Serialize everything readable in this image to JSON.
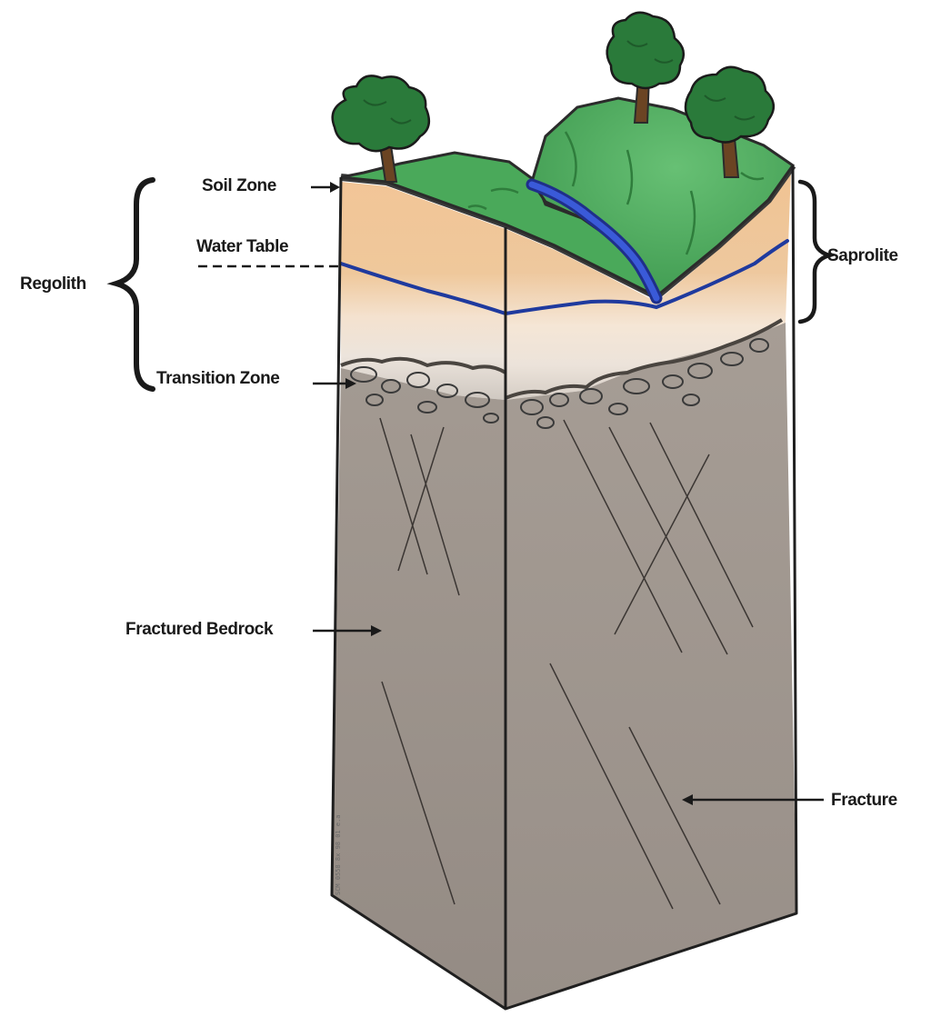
{
  "labels": {
    "soil_zone": "Soil Zone",
    "water_table": "Water Table",
    "regolith": "Regolith",
    "transition_zone": "Transition Zone",
    "saprolite": "Saprolite",
    "fractured_bedrock": "Fractured Bedrock",
    "fracture": "Fracture"
  },
  "fine_print": "SCM 0558 8x 98 01 e.a",
  "colors": {
    "grass": "#4aa95a",
    "grass_dark": "#2f7d3c",
    "saprolite": "#efc89a",
    "saprolite_pale": "#f5e6d4",
    "water_table": "#1f3a9e",
    "stream": "#2e4bc4",
    "bedrock": "#9a918a",
    "outline": "#2b2b2b",
    "tree_foliage": "#2a7a3a",
    "tree_trunk": "#6b4423"
  }
}
